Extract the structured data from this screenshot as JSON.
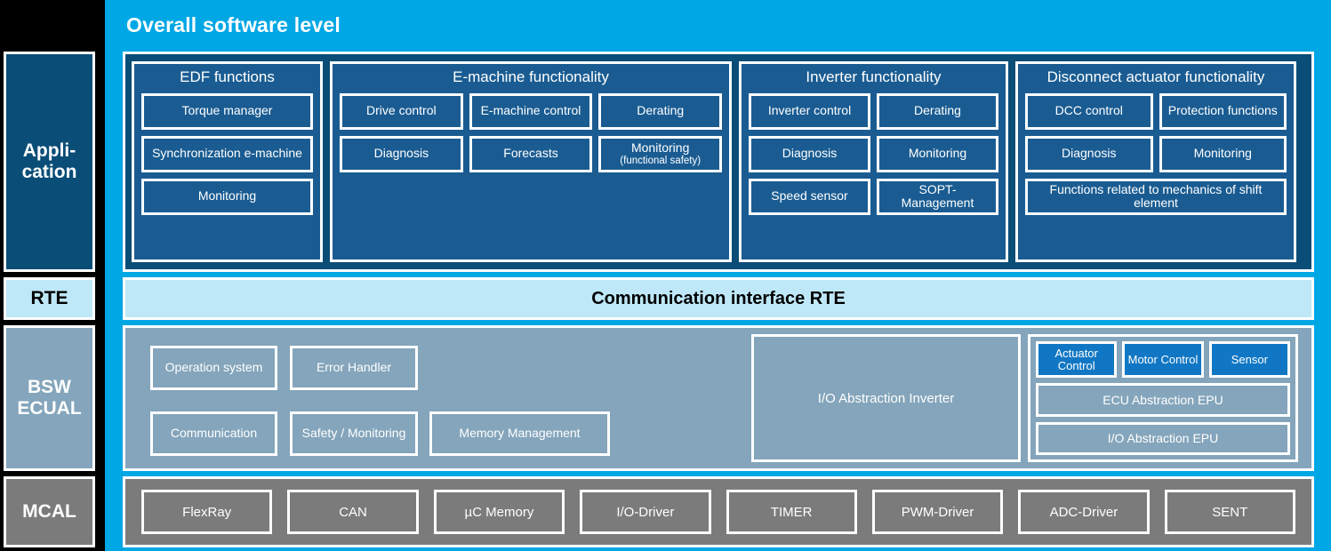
{
  "panel": {
    "title": "Overall software level",
    "accent_cyan": "#00a7e5",
    "app_dark_blue": "#0a4d77",
    "group_blue": "#1a5c92",
    "rte_light_blue": "#bee8f8",
    "bsw_gray_blue": "#84a5bb",
    "mcal_gray": "#7b7b7b",
    "epu_blue": "#1177c4"
  },
  "legend": {
    "application": "Appli-\ncation",
    "application_line1": "Appli-",
    "application_line2": "cation",
    "rte": "RTE",
    "bsw_line1": "BSW",
    "bsw_line2": "ECUAL",
    "mcal": "MCAL"
  },
  "application": {
    "groups": [
      {
        "title": "EDF functions",
        "items": [
          "Torque manager",
          "Synchronization e-machine",
          "Monitoring"
        ]
      },
      {
        "title": "E-machine functionality",
        "rows": [
          [
            "Drive control",
            "E-machine control",
            "Derating"
          ],
          [
            "Diagnosis",
            "Forecasts",
            "Monitoring"
          ]
        ],
        "monitoring_sub": "(functional safety)"
      },
      {
        "title": "Inverter functionality",
        "rows": [
          [
            "Inverter control",
            "Derating"
          ],
          [
            "Diagnosis",
            "Monitoring"
          ],
          [
            "Speed sensor",
            "SOPT-Management"
          ]
        ]
      },
      {
        "title": "Disconnect actuator functionality",
        "rows": [
          [
            "DCC control",
            "Protection functions"
          ],
          [
            "Diagnosis",
            "Monitoring"
          ]
        ],
        "wide": "Functions related to mechanics of shift element"
      }
    ]
  },
  "rte": {
    "label": "Communication interface RTE"
  },
  "bsw": {
    "left_items": [
      "Operation system",
      "Error Handler",
      "Communication",
      "Safety / Monitoring",
      "Memory Management"
    ],
    "io_abstraction_inverter": "I/O Abstraction Inverter",
    "epu_top": [
      "Actuator Control",
      "Motor Control",
      "Sensor"
    ],
    "epu_ecu_abstraction": "ECU Abstraction EPU",
    "epu_io_abstraction": "I/O Abstraction EPU"
  },
  "mcal": {
    "items": [
      "FlexRay",
      "CAN",
      "µC Memory",
      "I/O-Driver",
      "TIMER",
      "PWM-Driver",
      "ADC-Driver",
      "SENT"
    ]
  }
}
